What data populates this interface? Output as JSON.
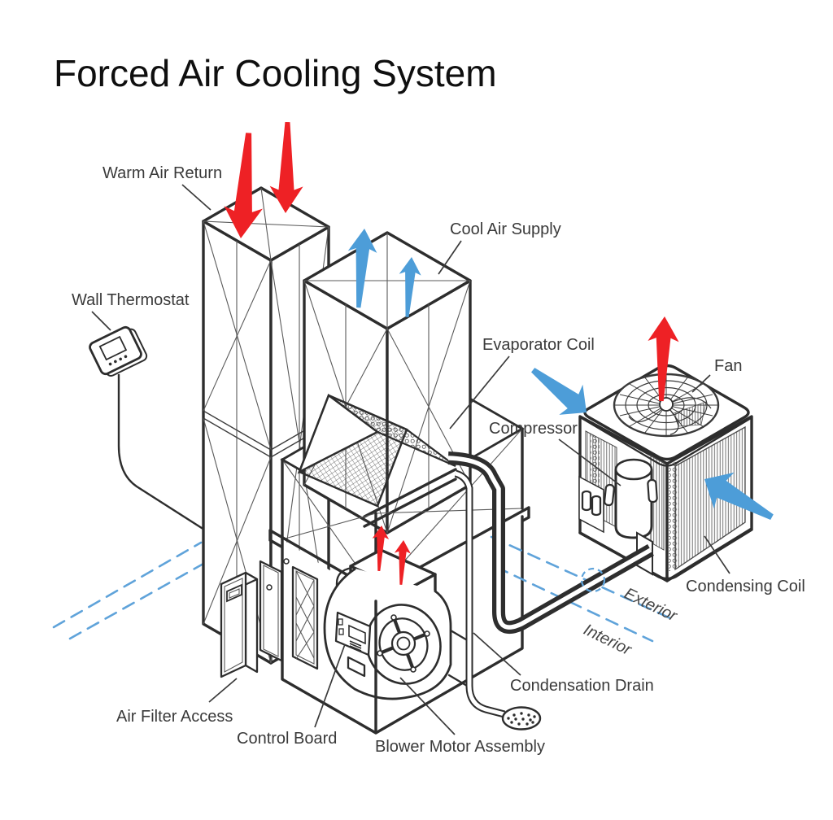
{
  "title": "Forced Air Cooling System",
  "labels": {
    "warm_air_return": "Warm Air Return",
    "cool_air_supply": "Cool Air Supply",
    "wall_thermostat": "Wall Thermostat",
    "evaporator_coil": "Evaporator Coil",
    "compressor": "Compressor",
    "fan": "Fan",
    "condensing_coil": "Condensing Coil",
    "condensation_drain": "Condensation Drain",
    "air_filter_access": "Air Filter Access",
    "control_board": "Control Board",
    "blower_motor_assembly": "Blower Motor Assembly",
    "exterior": "Exterior",
    "interior": "Interior"
  },
  "colors": {
    "warm_air_arrow": "#ee2125",
    "cool_air_arrow": "#4d9dd8",
    "boundary_dash": "#5fa3da",
    "line_art": "#2d2d2d",
    "label_text": "#3a3a3a",
    "background": "#ffffff"
  },
  "arrows": {
    "warm_air_into_return_duct": 2,
    "cool_air_out_of_supply_duct": 2,
    "air_up_from_blower_outlet": 2,
    "hot_exhaust_up_from_condenser_fan": 1,
    "ambient_air_into_condenser": 2
  }
}
